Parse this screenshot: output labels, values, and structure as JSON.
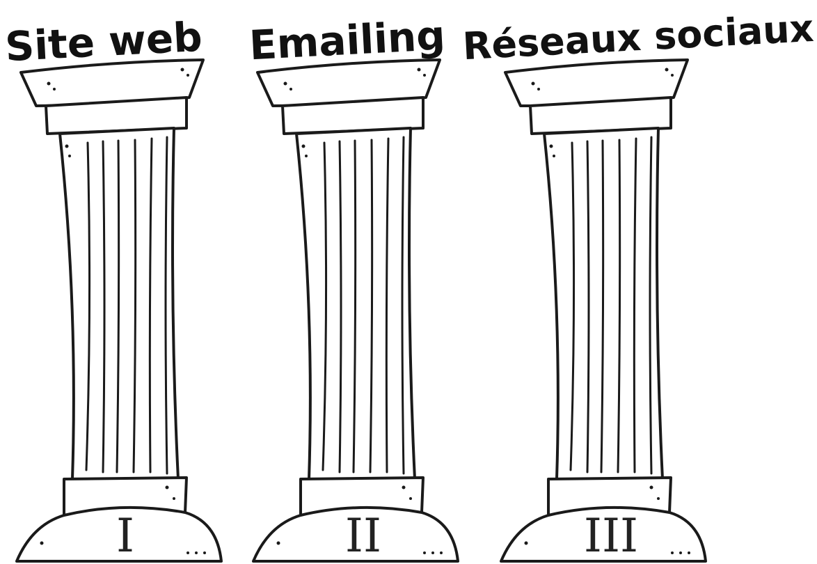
{
  "pillars": [
    {
      "title": "Site web",
      "numeral": "I"
    },
    {
      "title": "Emailing",
      "numeral": "II"
    },
    {
      "title": "Réseaux sociaux",
      "numeral": "III"
    }
  ],
  "colors": {
    "ink": "#1a1a1a",
    "background": "#ffffff"
  }
}
